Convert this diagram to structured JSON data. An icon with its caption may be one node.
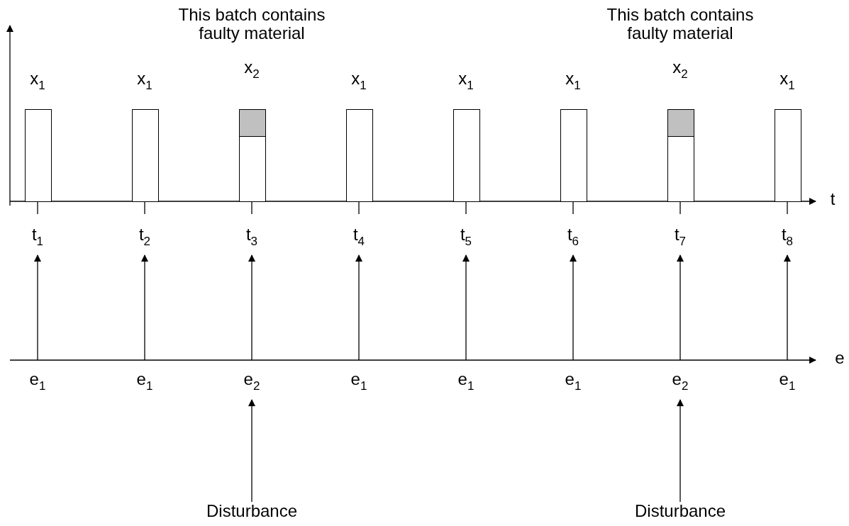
{
  "diagram": {
    "nodes": [
      {
        "text": [],
        "shape": "bar",
        "beside": [
          "x$_{1}$"
        ]
      },
      {
        "text": [],
        "shape": "bar",
        "beside": [
          "x$_{1}$"
        ]
      },
      {
        "text": [],
        "shape": "bar",
        "beside": [
          "This batch contains faulty material",
          "x$_{2}$"
        ]
      },
      {
        "text": [],
        "shape": "bar",
        "beside": [
          "x$_{1}$"
        ]
      },
      {
        "text": [],
        "shape": "bar",
        "beside": [
          "x$_{1}$"
        ]
      },
      {
        "text": [],
        "shape": "bar",
        "beside": [
          "x$_{1}$"
        ]
      },
      {
        "text": [],
        "shape": "bar",
        "beside": [
          "This batch contains faulty material",
          "x$_{2}$"
        ]
      },
      {
        "text": [],
        "shape": "bar",
        "beside": [
          "x$_{1}$"
        ]
      },
      {
        "text": [
          "t$_{1}$"
        ]
      },
      {
        "text": [
          "t$_{2}$"
        ]
      },
      {
        "text": [
          "t$_{3}$"
        ]
      },
      {
        "text": [
          "t$_{4}$"
        ]
      },
      {
        "text": [
          "t$_{5}$"
        ]
      },
      {
        "text": [
          "t$_{6}$"
        ]
      },
      {
        "text": [
          "t$_{7}$"
        ]
      },
      {
        "text": [
          "t$_{8}$"
        ]
      },
      {
        "text": [
          "e$_{1}$"
        ]
      },
      {
        "text": [
          "e$_{1}$"
        ]
      },
      {
        "text": [
          "e$_{2}$"
        ]
      },
      {
        "text": [
          "e$_{1}$"
        ]
      },
      {
        "text": [
          "e$_{1}$"
        ]
      },
      {
        "text": [
          "e$_{1}$"
        ]
      },
      {
        "text": [
          "e$_{2}$"
        ]
      },
      {
        "text": [
          "e$_{1}$"
        ]
      },
      {
        "text": [
          "Disturbance"
        ]
      },
      {
        "text": [
          "Disturbance"
        ]
      }
    ],
    "edges": [
      {
        "from": 16,
        "to": 8,
        "arrow": "to"
      },
      {
        "from": 17,
        "to": 9,
        "arrow": "to"
      },
      {
        "from": 18,
        "to": 10,
        "arrow": "to"
      },
      {
        "from": 19,
        "to": 11,
        "arrow": "to"
      },
      {
        "from": 20,
        "to": 12,
        "arrow": "to"
      },
      {
        "from": 21,
        "to": 13,
        "arrow": "to"
      },
      {
        "from": 22,
        "to": 14,
        "arrow": "to"
      },
      {
        "from": 23,
        "to": 15,
        "arrow": "to"
      },
      {
        "from": 24,
        "to": 18,
        "arrow": "to"
      },
      {
        "from": 25,
        "to": 22,
        "arrow": "to"
      }
    ],
    "labels": [
      "t",
      "e"
    ]
  }
}
